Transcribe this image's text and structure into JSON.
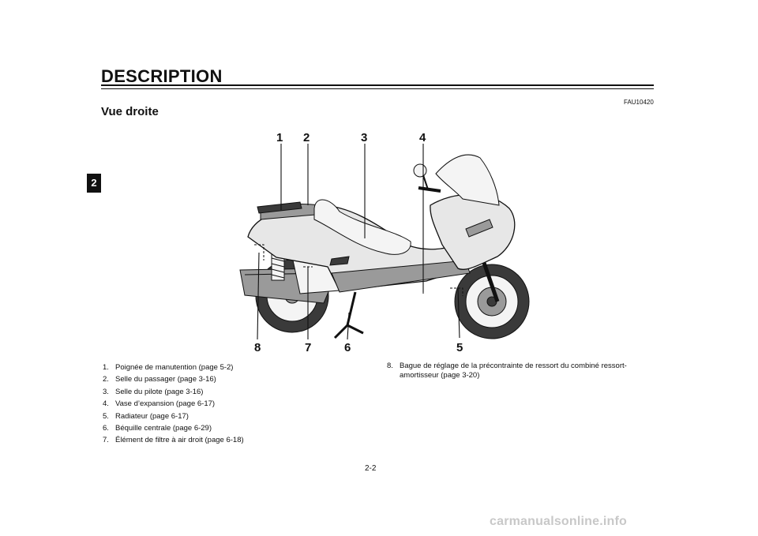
{
  "header": {
    "title": "DESCRIPTION",
    "chapter_tab": "2",
    "code": "FAU10420"
  },
  "section": {
    "heading": "Vue droite"
  },
  "figure": {
    "callouts": [
      "1",
      "2",
      "3",
      "4",
      "5",
      "6",
      "7",
      "8"
    ]
  },
  "legend_left": [
    {
      "num": "1.",
      "text": "Poignée de manutention (page 5-2)"
    },
    {
      "num": "2.",
      "text": "Selle du passager (page 3-16)"
    },
    {
      "num": "3.",
      "text": "Selle du pilote (page 3-16)"
    },
    {
      "num": "4.",
      "text": "Vase d’expansion (page 6-17)"
    },
    {
      "num": "5.",
      "text": "Radiateur (page 6-17)"
    },
    {
      "num": "6.",
      "text": "Béquille centrale (page 6-29)"
    },
    {
      "num": "7.",
      "text": "Élément de filtre à air droit (page 6-18)"
    }
  ],
  "legend_right": [
    {
      "num": "8.",
      "text": "Bague de réglage de la précontrainte de ressort du combiné ressort-amortisseur (page 3-20)"
    }
  ],
  "footer": {
    "page_number": "2-2",
    "watermark": "carmanualsonline.info"
  }
}
